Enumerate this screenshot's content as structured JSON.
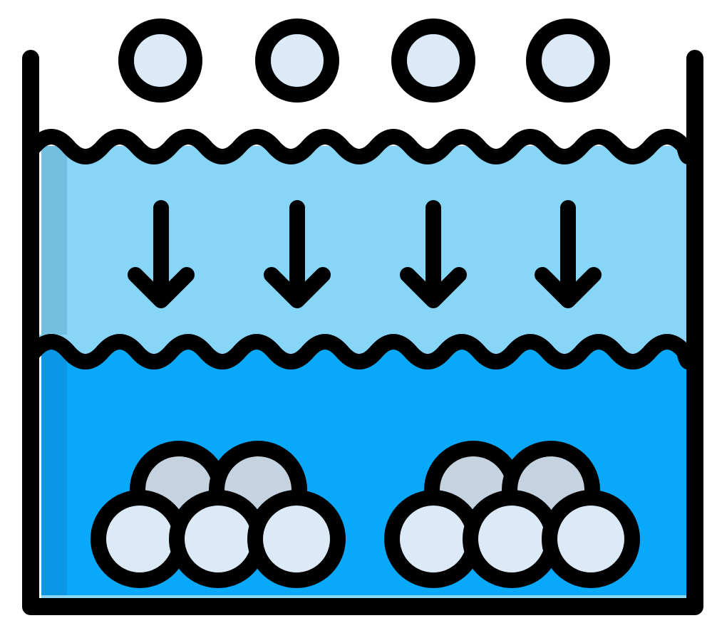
{
  "icon": {
    "name": "sedimentation-icon",
    "colors": {
      "outline": "#000000",
      "particle_fill": "#DCEAF8",
      "particle_shade": "#C5D3E0",
      "upper_water": "#88D6F7",
      "upper_water_side": "#73BFE0",
      "wave_band": "#6FB6DB",
      "lower_water": "#08A9FB",
      "lower_water_side": "#0997E6",
      "bottom_highlight": "#89D6F5",
      "background": "#FFFFFF"
    },
    "elements": {
      "floating_particles": 4,
      "arrows": 4,
      "settled_piles": 2
    }
  }
}
